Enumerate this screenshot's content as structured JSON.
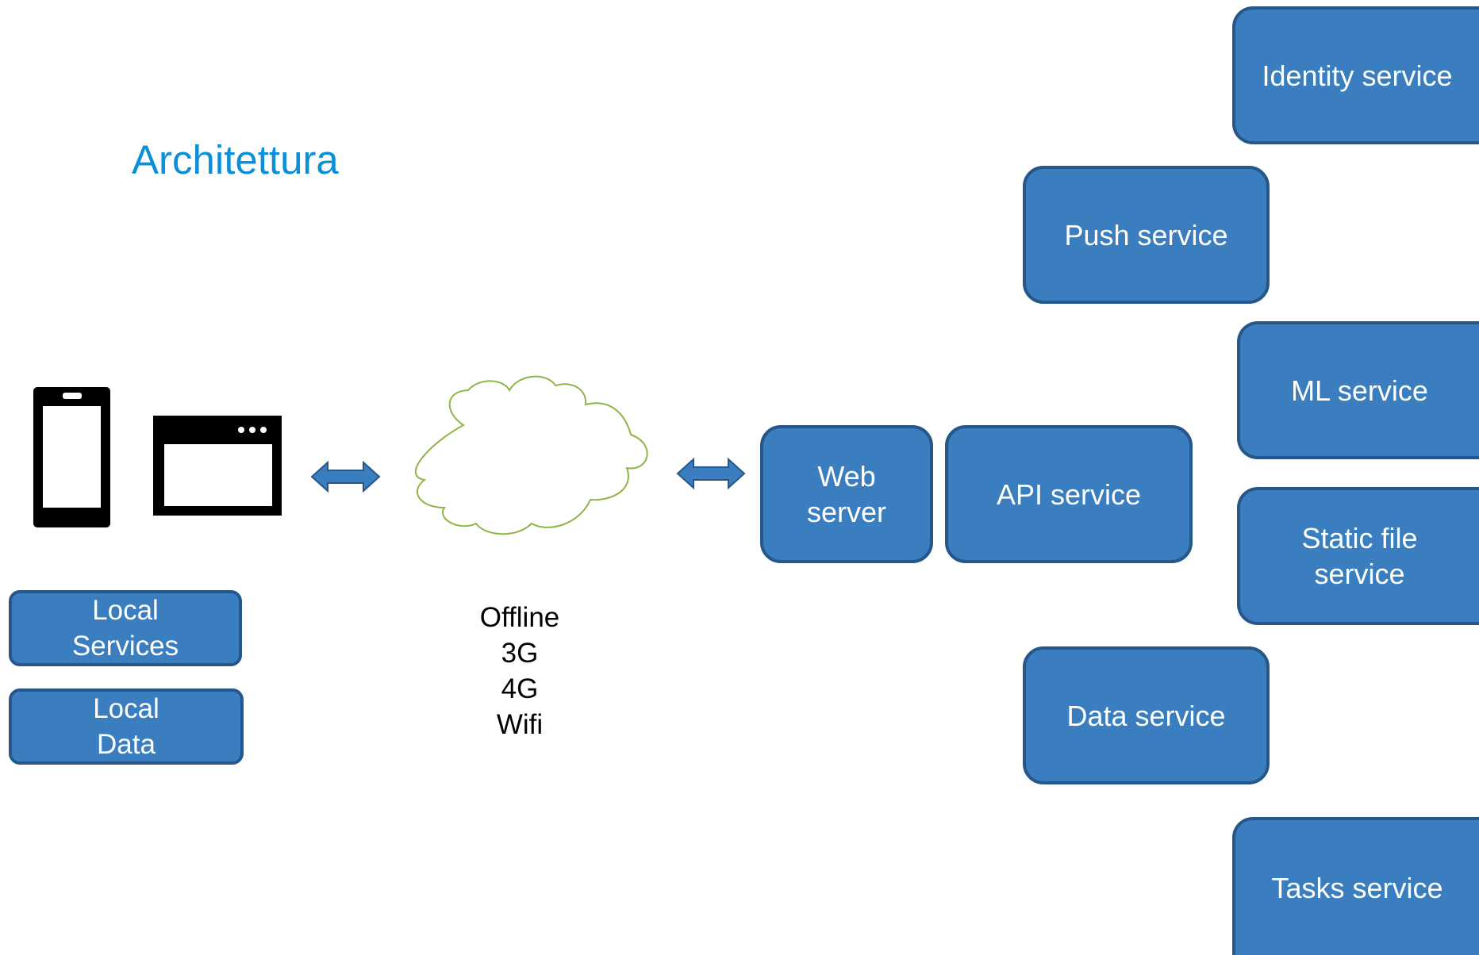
{
  "title": "Architettura",
  "colors": {
    "title": "#0b8fd8",
    "box_fill": "#3a7ebf",
    "box_border": "#25578a",
    "box_text": "#ffffff",
    "cloud_stroke": "#8fb447",
    "arrow_fill": "#3a7ebf"
  },
  "client": {
    "icons": [
      "smartphone-icon",
      "browser-window-icon"
    ],
    "local_boxes": [
      {
        "lines": [
          "Local",
          "Services"
        ]
      },
      {
        "lines": [
          "Local",
          "Data"
        ]
      }
    ]
  },
  "network": {
    "icon": "cloud-icon",
    "labels": [
      "Offline",
      "3G",
      "4G",
      "Wifi"
    ]
  },
  "server": {
    "web_server": {
      "lines": [
        "Web",
        "server"
      ]
    },
    "api_service": {
      "lines": [
        "API service"
      ]
    }
  },
  "services": [
    {
      "lines": [
        "Identity service"
      ]
    },
    {
      "lines": [
        "Push service"
      ]
    },
    {
      "lines": [
        "ML service"
      ]
    },
    {
      "lines": [
        "Static file",
        "service"
      ]
    },
    {
      "lines": [
        "Data service"
      ]
    },
    {
      "lines": [
        "Tasks service"
      ]
    }
  ]
}
